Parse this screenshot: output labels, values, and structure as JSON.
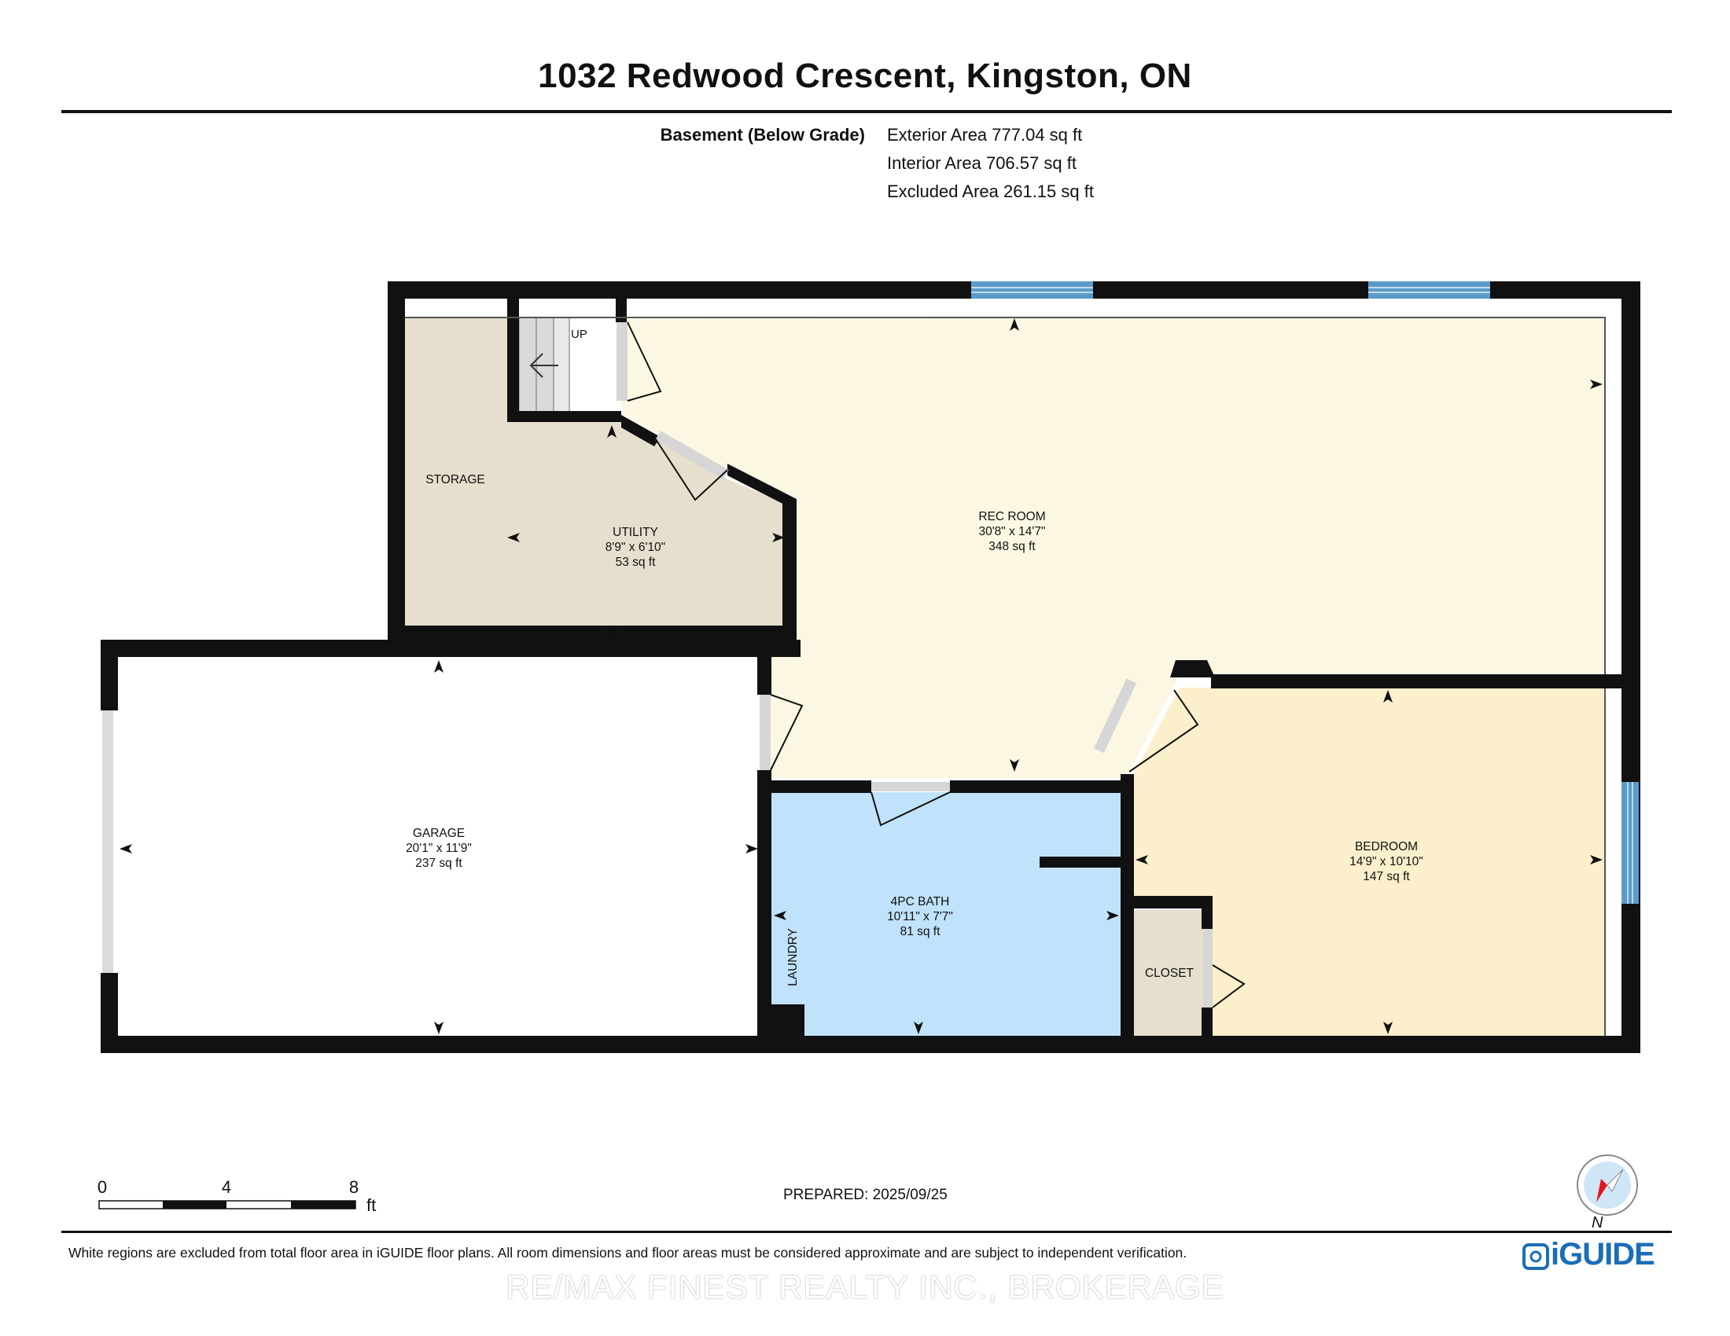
{
  "title": "1032 Redwood Crescent, Kingston, ON",
  "areas": {
    "level_label": "Basement (Below Grade)",
    "exterior": "Exterior Area 777.04 sq ft",
    "interior": "Interior Area 706.57 sq ft",
    "excluded": "Excluded Area 261.15 sq ft"
  },
  "rooms": {
    "rec_room": {
      "name": "REC ROOM",
      "dims": "30'8\" x 14'7\"",
      "area": "348 sq ft"
    },
    "utility": {
      "name": "UTILITY",
      "dims": "8'9\" x 6'10\"",
      "area": "53 sq ft"
    },
    "storage": {
      "name": "STORAGE"
    },
    "garage": {
      "name": "GARAGE",
      "dims": "20'1\" x 11'9\"",
      "area": "237 sq ft"
    },
    "bath": {
      "name": "4PC BATH",
      "dims": "10'11\" x 7'7\"",
      "area": "81 sq ft"
    },
    "bedroom": {
      "name": "BEDROOM",
      "dims": "14'9\" x 10'10\"",
      "area": "147 sq ft"
    },
    "closet": {
      "name": "CLOSET"
    },
    "laundry": {
      "name": "LAUNDRY"
    },
    "stairs": {
      "label": "UP"
    }
  },
  "colors": {
    "wall": "#111111",
    "rec_room": "#fcf7e2",
    "utility": "#e6dfcd",
    "storage": "#e6dfcd",
    "bath": "#c0e2fb",
    "bedroom": "#fbefcc",
    "closet": "#e6dfcd",
    "window": "#5b9bc9",
    "brand": "#1a6eb6",
    "compass_needle": "#e0161b"
  },
  "scale_bar": {
    "ticks": [
      "0",
      "4",
      "8"
    ],
    "unit": "ft"
  },
  "prepared": "PREPARED: 2025/09/25",
  "compass_label": "N",
  "footnote": "White regions are excluded from total floor area in iGUIDE floor plans. All room dimensions and floor areas must be considered approximate and are subject to independent verification.",
  "watermark": "RE/MAX FINEST REALTY INC., BROKERAGE",
  "logo": "iGUIDE"
}
